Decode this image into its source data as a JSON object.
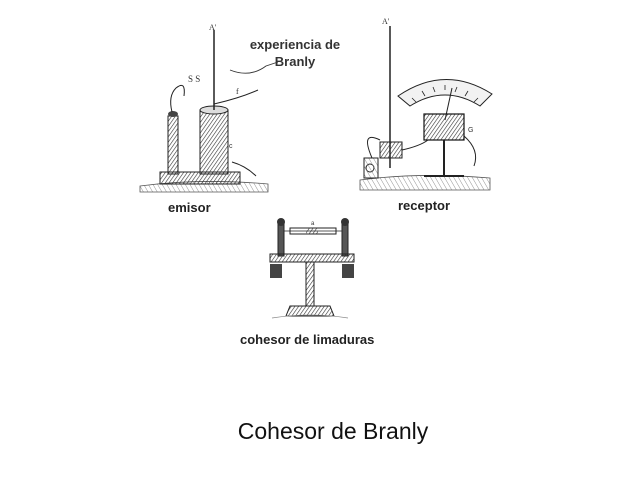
{
  "figure": {
    "title_line1": "experiencia de",
    "title_line2": "Branly",
    "labels": {
      "emitter": "emisor",
      "receiver": "receptor",
      "coherer": "cohesor de limaduras"
    }
  },
  "caption": "Cohesor de Branly"
}
